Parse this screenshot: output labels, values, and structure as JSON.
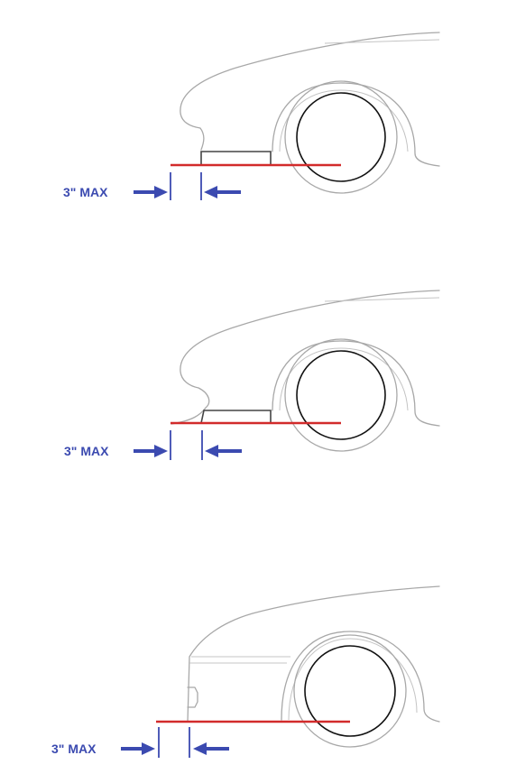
{
  "figures": [
    {
      "id": "figure-1",
      "label": "3\" MAX"
    },
    {
      "id": "figure-2",
      "label": "3\" MAX"
    },
    {
      "id": "figure-3",
      "label": "3\" MAX"
    }
  ],
  "colors": {
    "reference_line": "#d22b2b",
    "measure_marks": "#3b4ab0",
    "outline": "#a8a8a8",
    "wheel": "#111111"
  }
}
